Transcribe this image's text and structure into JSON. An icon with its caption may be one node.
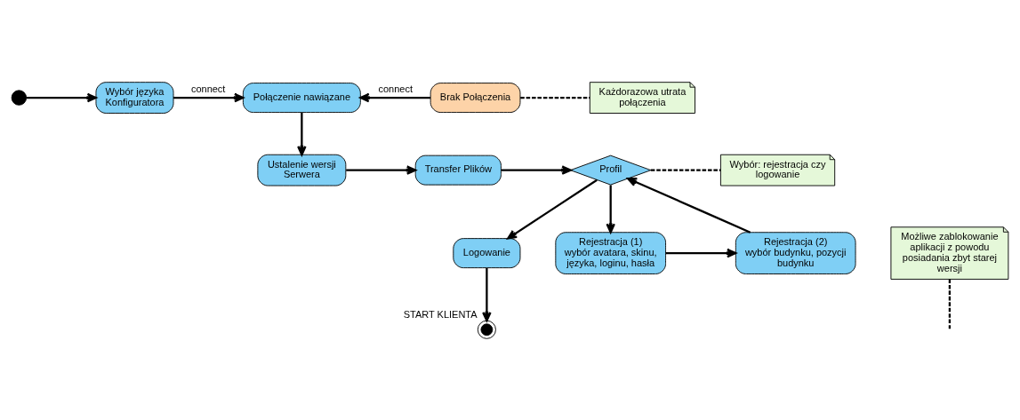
{
  "diagram": {
    "nodes": [
      {
        "text": [],
        "shape": "circle"
      },
      {
        "text": [
          "Wybór języka Konfiguratora"
        ]
      },
      {
        "text": [
          "Połączenie nawiązane"
        ]
      },
      {
        "text": [
          "Brak Połączenia"
        ]
      },
      {
        "text": [
          "Każdorazowa utrata połączenia"
        ]
      },
      {
        "text": [
          "Ustalenie wersji Serwera"
        ]
      },
      {
        "text": [
          "Transfer Plików"
        ]
      },
      {
        "text": [
          "Profil"
        ]
      },
      {
        "text": [
          "Wybór: rejestracja czy logowanie"
        ]
      },
      {
        "text": [
          "Możliwe zablokowanie aplikacji z powodu posiadania zbyt starej wersji"
        ]
      },
      {
        "text": [
          "Logowanie"
        ]
      },
      {
        "text": [
          "Rejestracja (1)",
          "wybór avatara, skinu, języka, loginu, hasła"
        ]
      },
      {
        "text": [
          "Rejestracja (2)",
          "wybór budynku, pozycji budynku"
        ]
      },
      {
        "text": [],
        "shape": "circle",
        "beside": [
          "START KLIENTA"
        ]
      }
    ],
    "edges": [
      {
        "from": 0,
        "to": 1,
        "arrow": "to"
      },
      {
        "from": 1,
        "to": 2,
        "arrow": "to",
        "label": "connect"
      },
      {
        "from": 3,
        "to": 2,
        "arrow": "to",
        "label": "connect"
      },
      {
        "from": 3,
        "to": 4,
        "arrow": "none",
        "style": "dashed"
      },
      {
        "from": 2,
        "to": 5,
        "arrow": "to"
      },
      {
        "from": 5,
        "to": 6,
        "arrow": "to"
      },
      {
        "from": 9,
        "to": null,
        "arrow": "none",
        "style": "dashed"
      },
      {
        "from": 6,
        "to": 7,
        "arrow": "to"
      },
      {
        "from": 7,
        "to": 8,
        "arrow": "none",
        "style": "dashed"
      },
      {
        "from": 7,
        "to": 10,
        "arrow": "to"
      },
      {
        "from": 7,
        "to": 11,
        "arrow": "to"
      },
      {
        "from": 11,
        "to": 12,
        "arrow": "to"
      },
      {
        "from": 12,
        "to": 7,
        "arrow": "to"
      },
      {
        "from": 10,
        "to": 13,
        "arrow": "to"
      }
    ]
  }
}
